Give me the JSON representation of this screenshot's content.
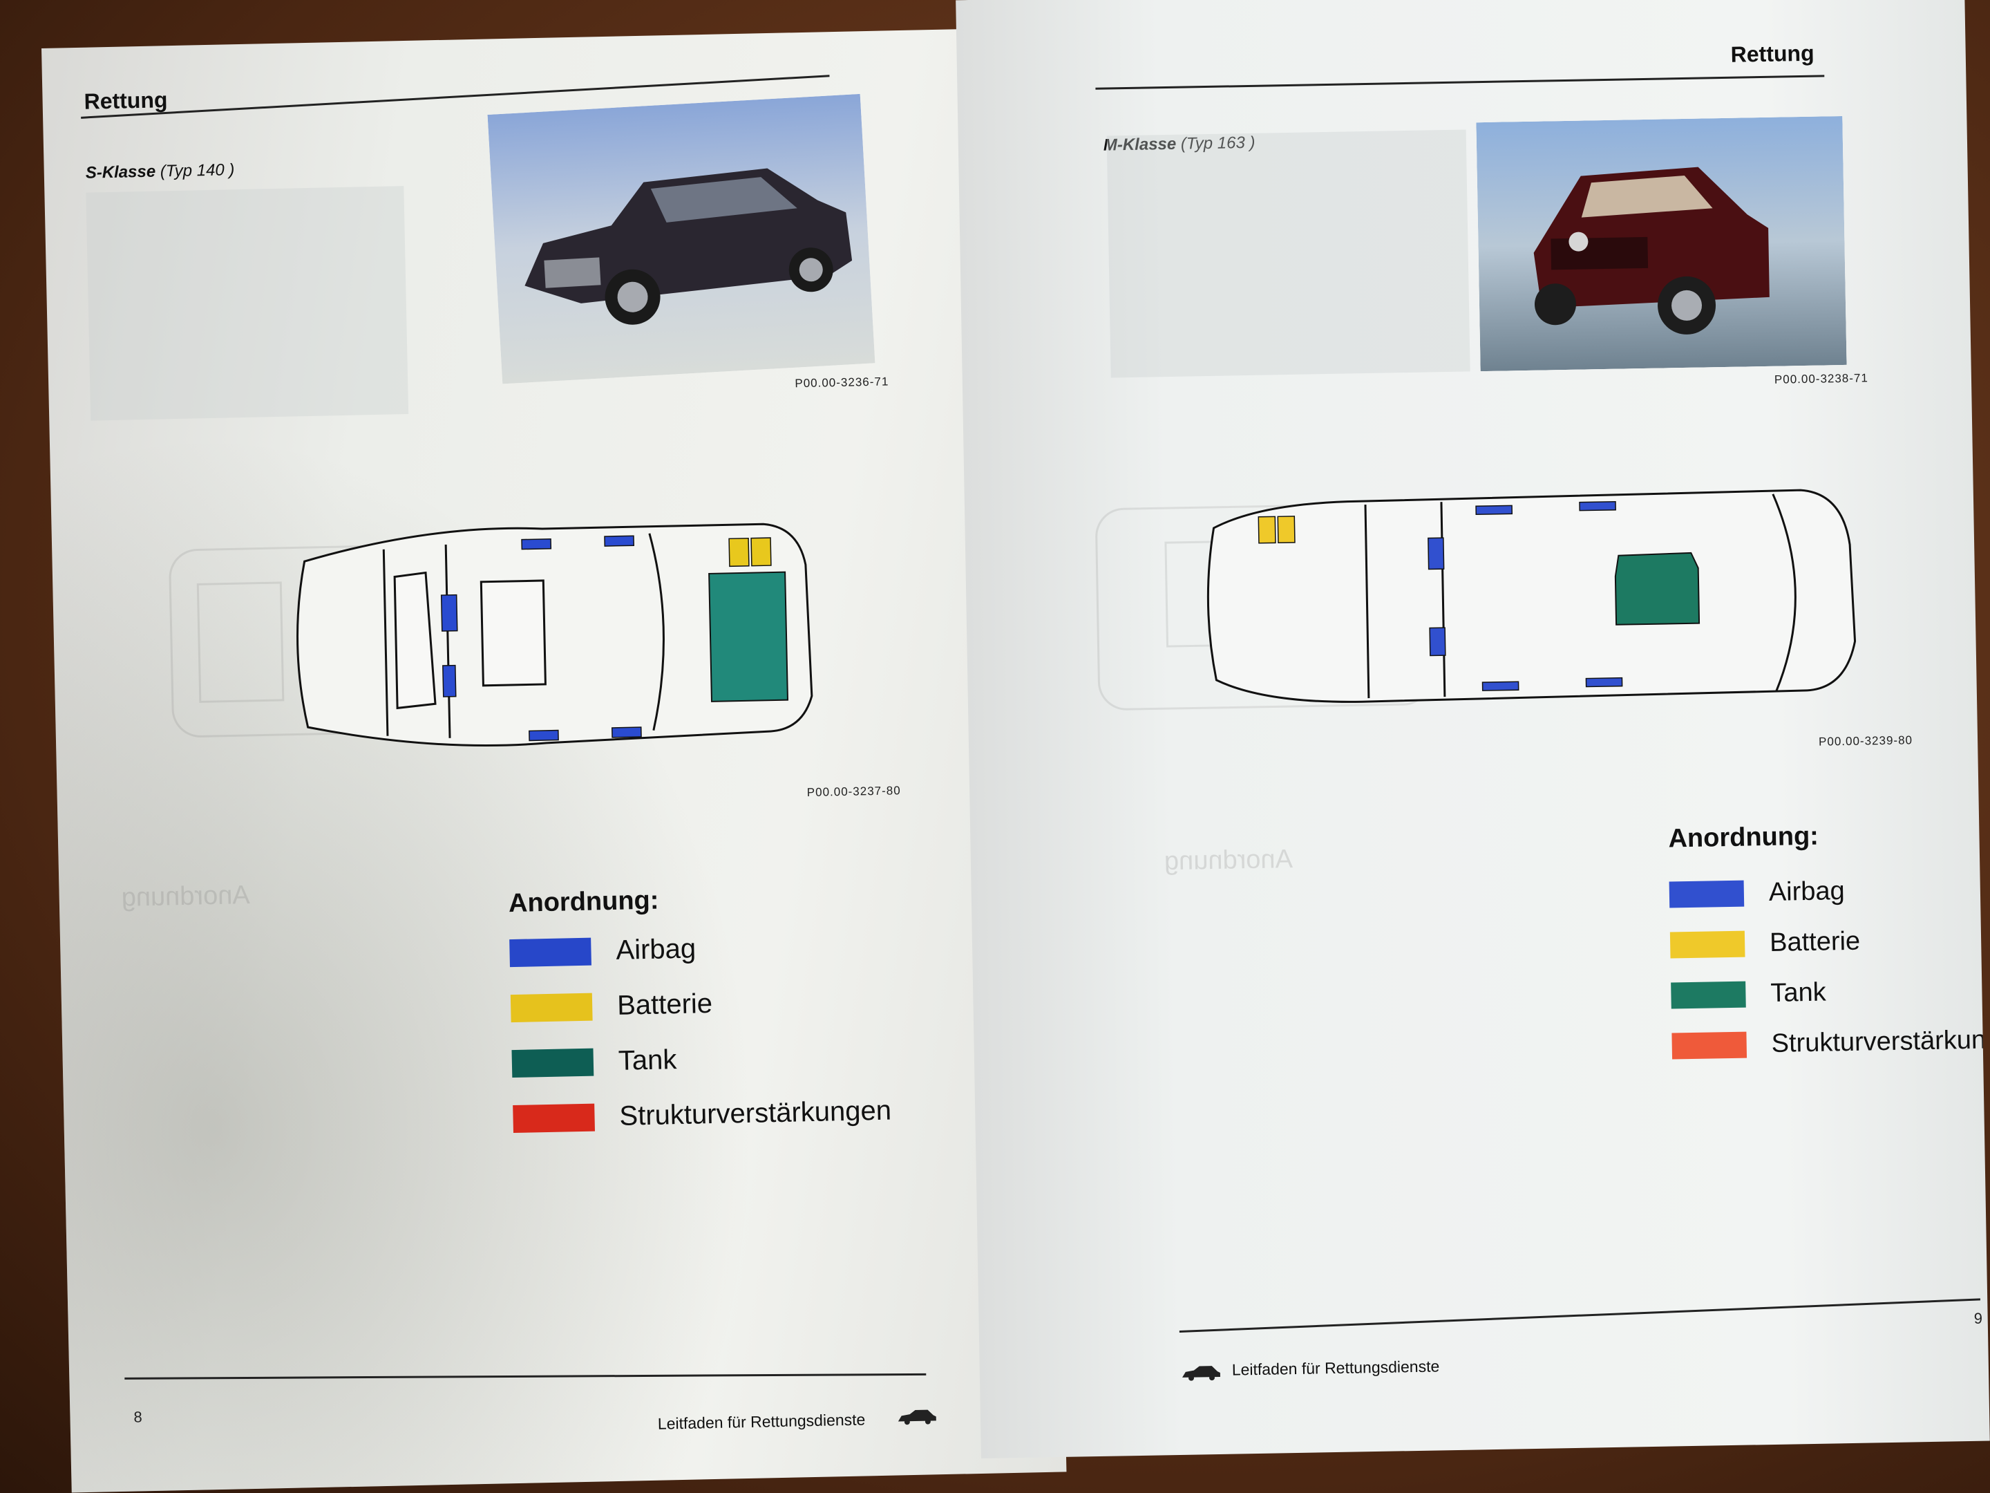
{
  "left_page": {
    "section_title": "Rettung",
    "model_name": "S-Klasse",
    "model_type": "(Typ 140 )",
    "photo_ref": "P00.00-3236-71",
    "diagram_ref": "P00.00-3237-80",
    "legend_title": "Anordnung:",
    "legend": [
      {
        "label": "Airbag",
        "color": "#2747c9"
      },
      {
        "label": "Batterie",
        "color": "#e6c21d"
      },
      {
        "label": "Tank",
        "color": "#0e5e54"
      },
      {
        "label": "Strukturverstärkungen",
        "color": "#d8291b"
      }
    ],
    "footer_text": "Leitfaden für Rettungsdienste",
    "page_number": "8"
  },
  "right_page": {
    "section_title": "Rettung",
    "model_name": "M-Klasse",
    "model_type": "(Typ 163 )",
    "photo_ref": "P00.00-3238-71",
    "diagram_ref": "P00.00-3239-80",
    "legend_title": "Anordnung:",
    "legend": [
      {
        "label": "Airbag",
        "color": "#3150cf"
      },
      {
        "label": "Batterie",
        "color": "#efc92a"
      },
      {
        "label": "Tank",
        "color": "#1d7a62"
      },
      {
        "label": "Strukturverstärkungen",
        "color": "#ef5a3a"
      }
    ],
    "footer_text": "Leitfaden für Rettungsdienste",
    "page_number": "9"
  },
  "icons": [
    "car-icon"
  ]
}
